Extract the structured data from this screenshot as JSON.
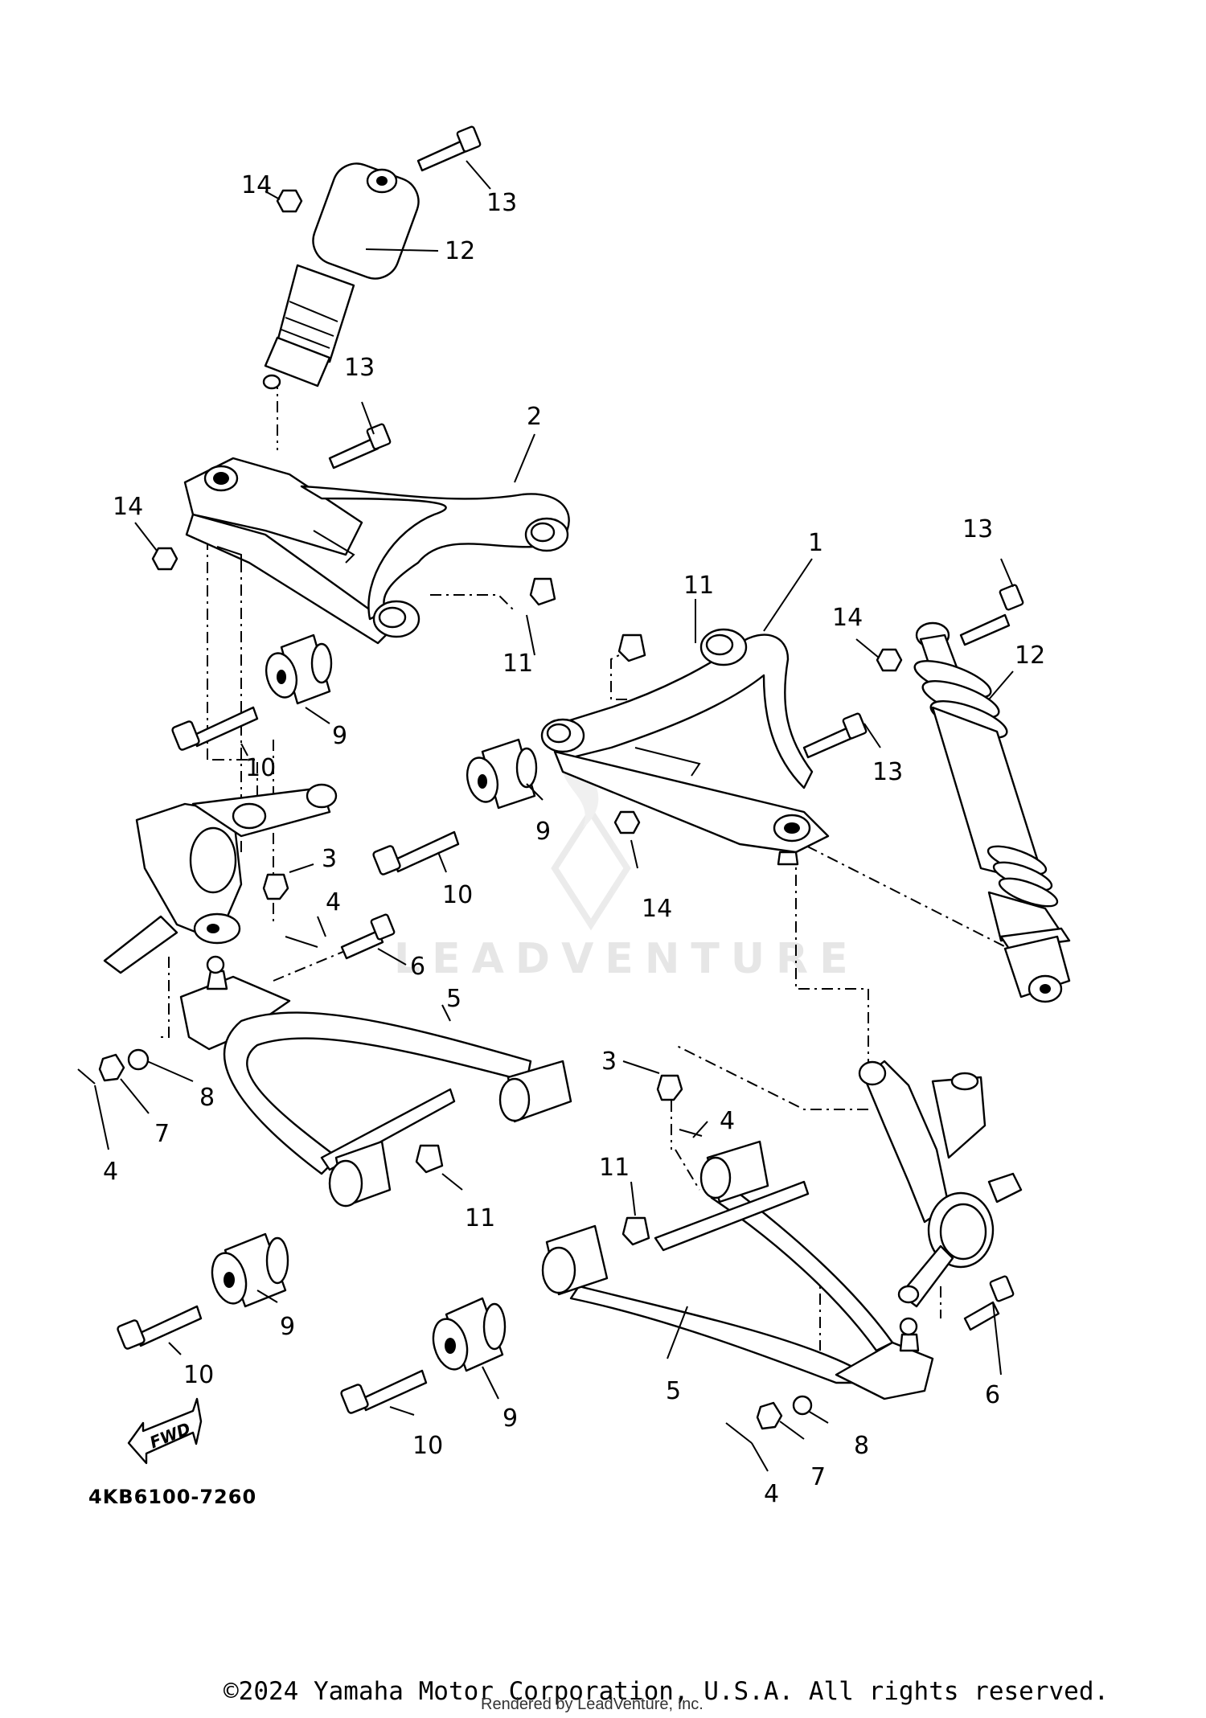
{
  "diagram": {
    "part_code": "4KB6100-7260",
    "watermark": "LEADVENTURE",
    "fwd_label": "FWD",
    "callouts": [
      {
        "id": "c14a",
        "label": "14"
      },
      {
        "id": "c13a",
        "label": "13"
      },
      {
        "id": "c12a",
        "label": "12"
      },
      {
        "id": "c13b",
        "label": "13"
      },
      {
        "id": "c2",
        "label": "2"
      },
      {
        "id": "c14b",
        "label": "14"
      },
      {
        "id": "c11a",
        "label": "11"
      },
      {
        "id": "c9a",
        "label": "9"
      },
      {
        "id": "c10a",
        "label": "10"
      },
      {
        "id": "c1",
        "label": "1"
      },
      {
        "id": "c11b",
        "label": "11"
      },
      {
        "id": "c13c",
        "label": "13"
      },
      {
        "id": "c14c",
        "label": "14"
      },
      {
        "id": "c12b",
        "label": "12"
      },
      {
        "id": "c13d",
        "label": "13"
      },
      {
        "id": "c9b",
        "label": "9"
      },
      {
        "id": "c10b",
        "label": "10"
      },
      {
        "id": "c14d",
        "label": "14"
      },
      {
        "id": "c3a",
        "label": "3"
      },
      {
        "id": "c4a",
        "label": "4"
      },
      {
        "id": "c6a",
        "label": "6"
      },
      {
        "id": "c5a",
        "label": "5"
      },
      {
        "id": "c8a",
        "label": "8"
      },
      {
        "id": "c7a",
        "label": "7"
      },
      {
        "id": "c4b",
        "label": "4"
      },
      {
        "id": "c11c",
        "label": "11"
      },
      {
        "id": "c9c",
        "label": "9"
      },
      {
        "id": "c10c",
        "label": "10"
      },
      {
        "id": "c3b",
        "label": "3"
      },
      {
        "id": "c4c",
        "label": "4"
      },
      {
        "id": "c11d",
        "label": "11"
      },
      {
        "id": "c6b",
        "label": "6"
      },
      {
        "id": "c5b",
        "label": "5"
      },
      {
        "id": "c9d",
        "label": "9"
      },
      {
        "id": "c10d",
        "label": "10"
      },
      {
        "id": "c8b",
        "label": "8"
      },
      {
        "id": "c7b",
        "label": "7"
      },
      {
        "id": "c4d",
        "label": "4"
      }
    ]
  },
  "footer": {
    "copyright": "©2024 Yamaha Motor Corporation, U.S.A. All rights reserved.",
    "rendered_by": "Rendered by LeadVenture, Inc."
  }
}
